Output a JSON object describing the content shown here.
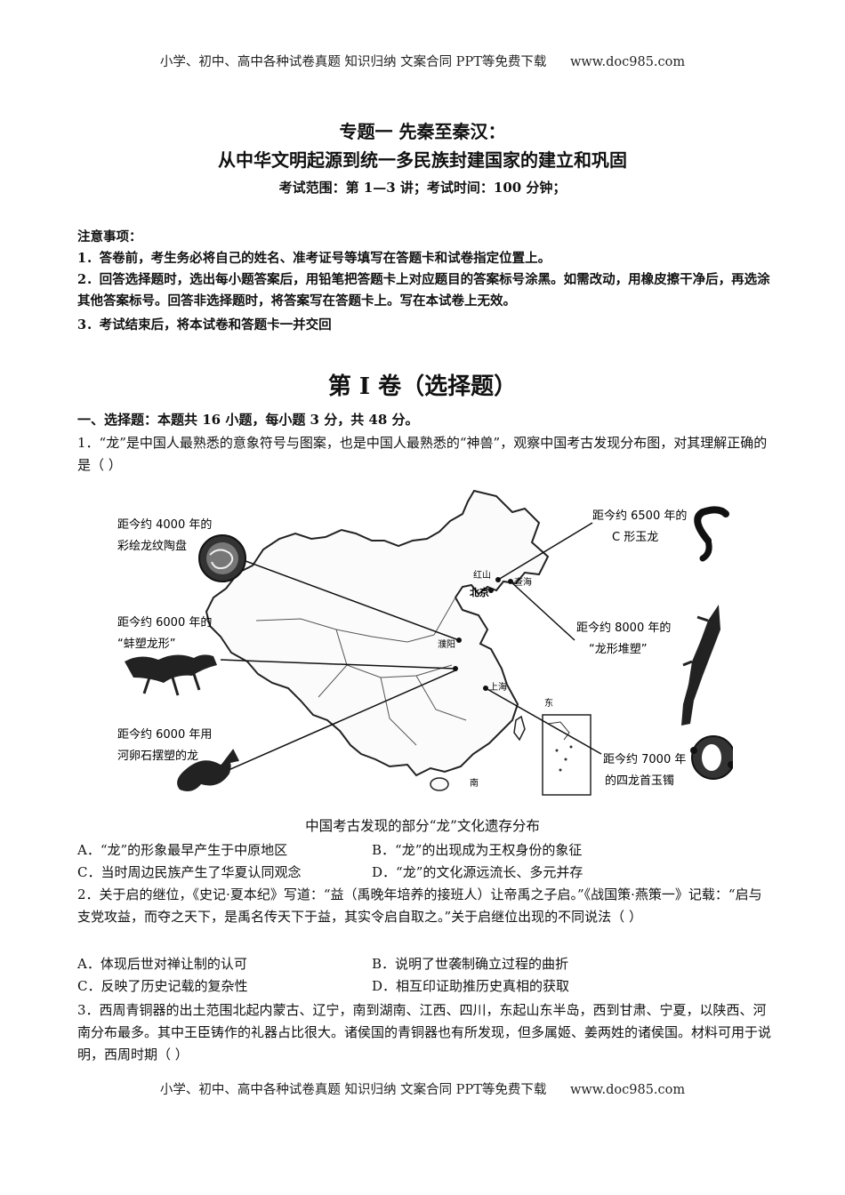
{
  "header": {
    "text": "小学、初中、高中各种试卷真题  知识归纳  文案合同  PPT等免费下载",
    "url": "www.doc985.com"
  },
  "footer": {
    "text": "小学、初中、高中各种试卷真题  知识归纳  文案合同  PPT等免费下载",
    "url": "www.doc985.com"
  },
  "title": {
    "line1": "专题一    先秦至秦汉：",
    "line2": "从中华文明起源到统一多民族封建国家的建立和巩固",
    "scope": "考试范围：第 1—3 讲；考试时间：100 分钟；"
  },
  "notes": {
    "heading": "注意事项：",
    "items": [
      "1．答卷前，考生务必将自己的姓名、准考证号等填写在答题卡和试卷指定位置上。",
      "2．回答选择题时，选出每小题答案后，用铅笔把答题卡上对应题目的答案标号涂黑。如需改动，用橡皮擦干净后，再选涂其他答案标号。回答非选择题时，将答案写在答题卡上。写在本试卷上无效。",
      "3．考试结束后，将本试卷和答题卡一并交回"
    ]
  },
  "section": {
    "title": "第 I 卷（选择题）",
    "instruction": "一、选择题：本题共 16 小题，每小题 3 分，共 48 分。"
  },
  "figure": {
    "labels": {
      "l1a": "距今约 4000 年的",
      "l1b": "彩绘龙纹陶盘",
      "l2a": "距今约 6000 年的",
      "l2b": "“蚌塑龙形”",
      "l3a": "距今约 6000 年用",
      "l3b": "河卵石摆塑的龙",
      "r1a": "距今约 6500 年的",
      "r1b": "C 形玉龙",
      "r2a": "距今约 8000 年的",
      "r2b": "“龙形堆塑”",
      "r3a": "距今约 7000 年",
      "r3b": "的四龙首玉镯",
      "beijing": "北京",
      "hongshan": "红山",
      "chahai": "查海",
      "puyang": "濮阳",
      "shanghai": "上海",
      "dong": "东",
      "nan": "南"
    },
    "caption": "中国考古发现的部分“龙”文化遗存分布"
  },
  "questions": [
    {
      "stem": "1．“龙”是中国人最熟悉的意象符号与图案，也是中国人最熟悉的“神兽”，观察中国考古发现分布图，对其理解正确的是（    ）",
      "options": [
        "A．“龙”的形象最早产生于中原地区",
        "B．“龙”的出现成为王权身份的象征",
        "C．当时周边民族产生了华夏认同观念",
        "D．“龙”的文化源远流长、多元并存"
      ]
    },
    {
      "stem": "2．关于启的继位，《史记·夏本纪》写道：“益（禹晚年培养的接班人）让帝禹之子启。”《战国策·燕策一》记载：“启与支党攻益，而夺之天下，是禹名传天下于益，其实令启自取之。”关于启继位出现的不同说法（        ）",
      "options": [
        "A．体现后世对禅让制的认可",
        "B．说明了世袭制确立过程的曲折",
        "C．反映了历史记载的复杂性",
        "D．相互印证助推历史真相的获取"
      ]
    },
    {
      "stem": "3．西周青铜器的出土范围北起内蒙古、辽宁，南到湖南、江西、四川，东起山东半岛，西到甘肃、宁夏，以陕西、河南分布最多。其中王臣铸作的礼器占比很大。诸侯国的青铜器也有所发现，但多属姬、姜两姓的诸侯国。材料可用于说明，西周时期（    ）",
      "options": []
    }
  ]
}
